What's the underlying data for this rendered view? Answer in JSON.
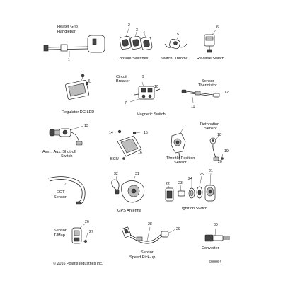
{
  "labels": {
    "heater_grip_line1": "Heater Grip",
    "heater_grip_line2": "Handlebar",
    "console_switches": "Console Switches",
    "switch_throttle": "Switch, Throttle",
    "reverse_switch": "Reverse Switch",
    "circuit_breaker_line1": "Circuit",
    "circuit_breaker_line2": "Breaker",
    "sensor_thermistor_line1": "Sensor",
    "sensor_thermistor_line2": "Thermistor",
    "regulator_dc_led": "Regulator DC LED",
    "magnetic_switch": "Magnetic Switch",
    "detonation_sensor_line1": "Detonation",
    "detonation_sensor_line2": "Sensor",
    "asm_aux_shutoff_line1": "Asm., Aux. Shut-off",
    "asm_aux_shutoff_line2": "Switch",
    "ecu": "ECU",
    "throttle_position_line1": "Throttle Position",
    "throttle_position_line2": "Sensor",
    "egt_sensor_line1": "EGT",
    "egt_sensor_line2": "Sensor",
    "gps_antenna": "GPS Antenna",
    "ignition_switch": "Ignition Switch",
    "sensor_tmap_line1": "Sensor",
    "sensor_tmap_line2": "T-Map",
    "sensor_speed_line1": "Sensor",
    "sensor_speed_line2": "Speed Pick-up",
    "converter": "Converter"
  },
  "callouts": {
    "n1": "1",
    "n2": "2",
    "n3": "3",
    "n4": "4",
    "n5": "5",
    "n6": "6",
    "n7a": "7",
    "n7b": "7",
    "n8": "8",
    "n9": "9",
    "n10": "10",
    "n11": "11",
    "n12": "12",
    "n13": "13",
    "n14": "14",
    "n15": "15",
    "n16": "16",
    "n17": "17",
    "n18": "18",
    "n19": "19",
    "n20": "20",
    "n21": "21",
    "n22": "22",
    "n23": "23",
    "n24": "24",
    "n25": "25",
    "n26": "26",
    "n27": "27",
    "n28": "28",
    "n29": "29",
    "n30": "30",
    "n31": "31",
    "n32": "32"
  },
  "footer": {
    "copyright": "© 2016 Polaris Industries Inc.",
    "diagram_id": "600064"
  }
}
